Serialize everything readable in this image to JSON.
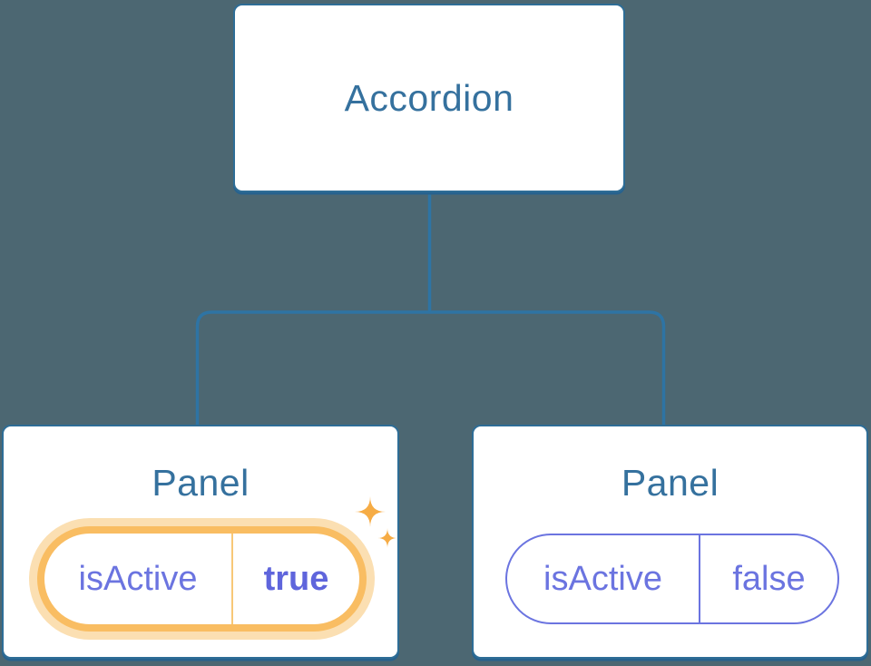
{
  "diagram": {
    "root": {
      "label": "Accordion"
    },
    "children": [
      {
        "label": "Panel",
        "state": {
          "name": "isActive",
          "value": "true"
        },
        "highlighted": true,
        "decoration": "sparkle-icon"
      },
      {
        "label": "Panel",
        "state": {
          "name": "isActive",
          "value": "false"
        },
        "highlighted": false
      }
    ]
  },
  "colors": {
    "background": "#4C6772",
    "node_border": "#2E6D96",
    "node_shadow": "#27628E",
    "connector": "#2E74A4",
    "node_title": "#35719E",
    "pill_purple": "#6B74E0",
    "pill_value_bold": "#5F65DC",
    "highlight_orange": "#F9BD62",
    "highlight_halo": "#FBDFB2",
    "highlight_divider": "#F8C877",
    "sparkle": "#F6AC45"
  }
}
